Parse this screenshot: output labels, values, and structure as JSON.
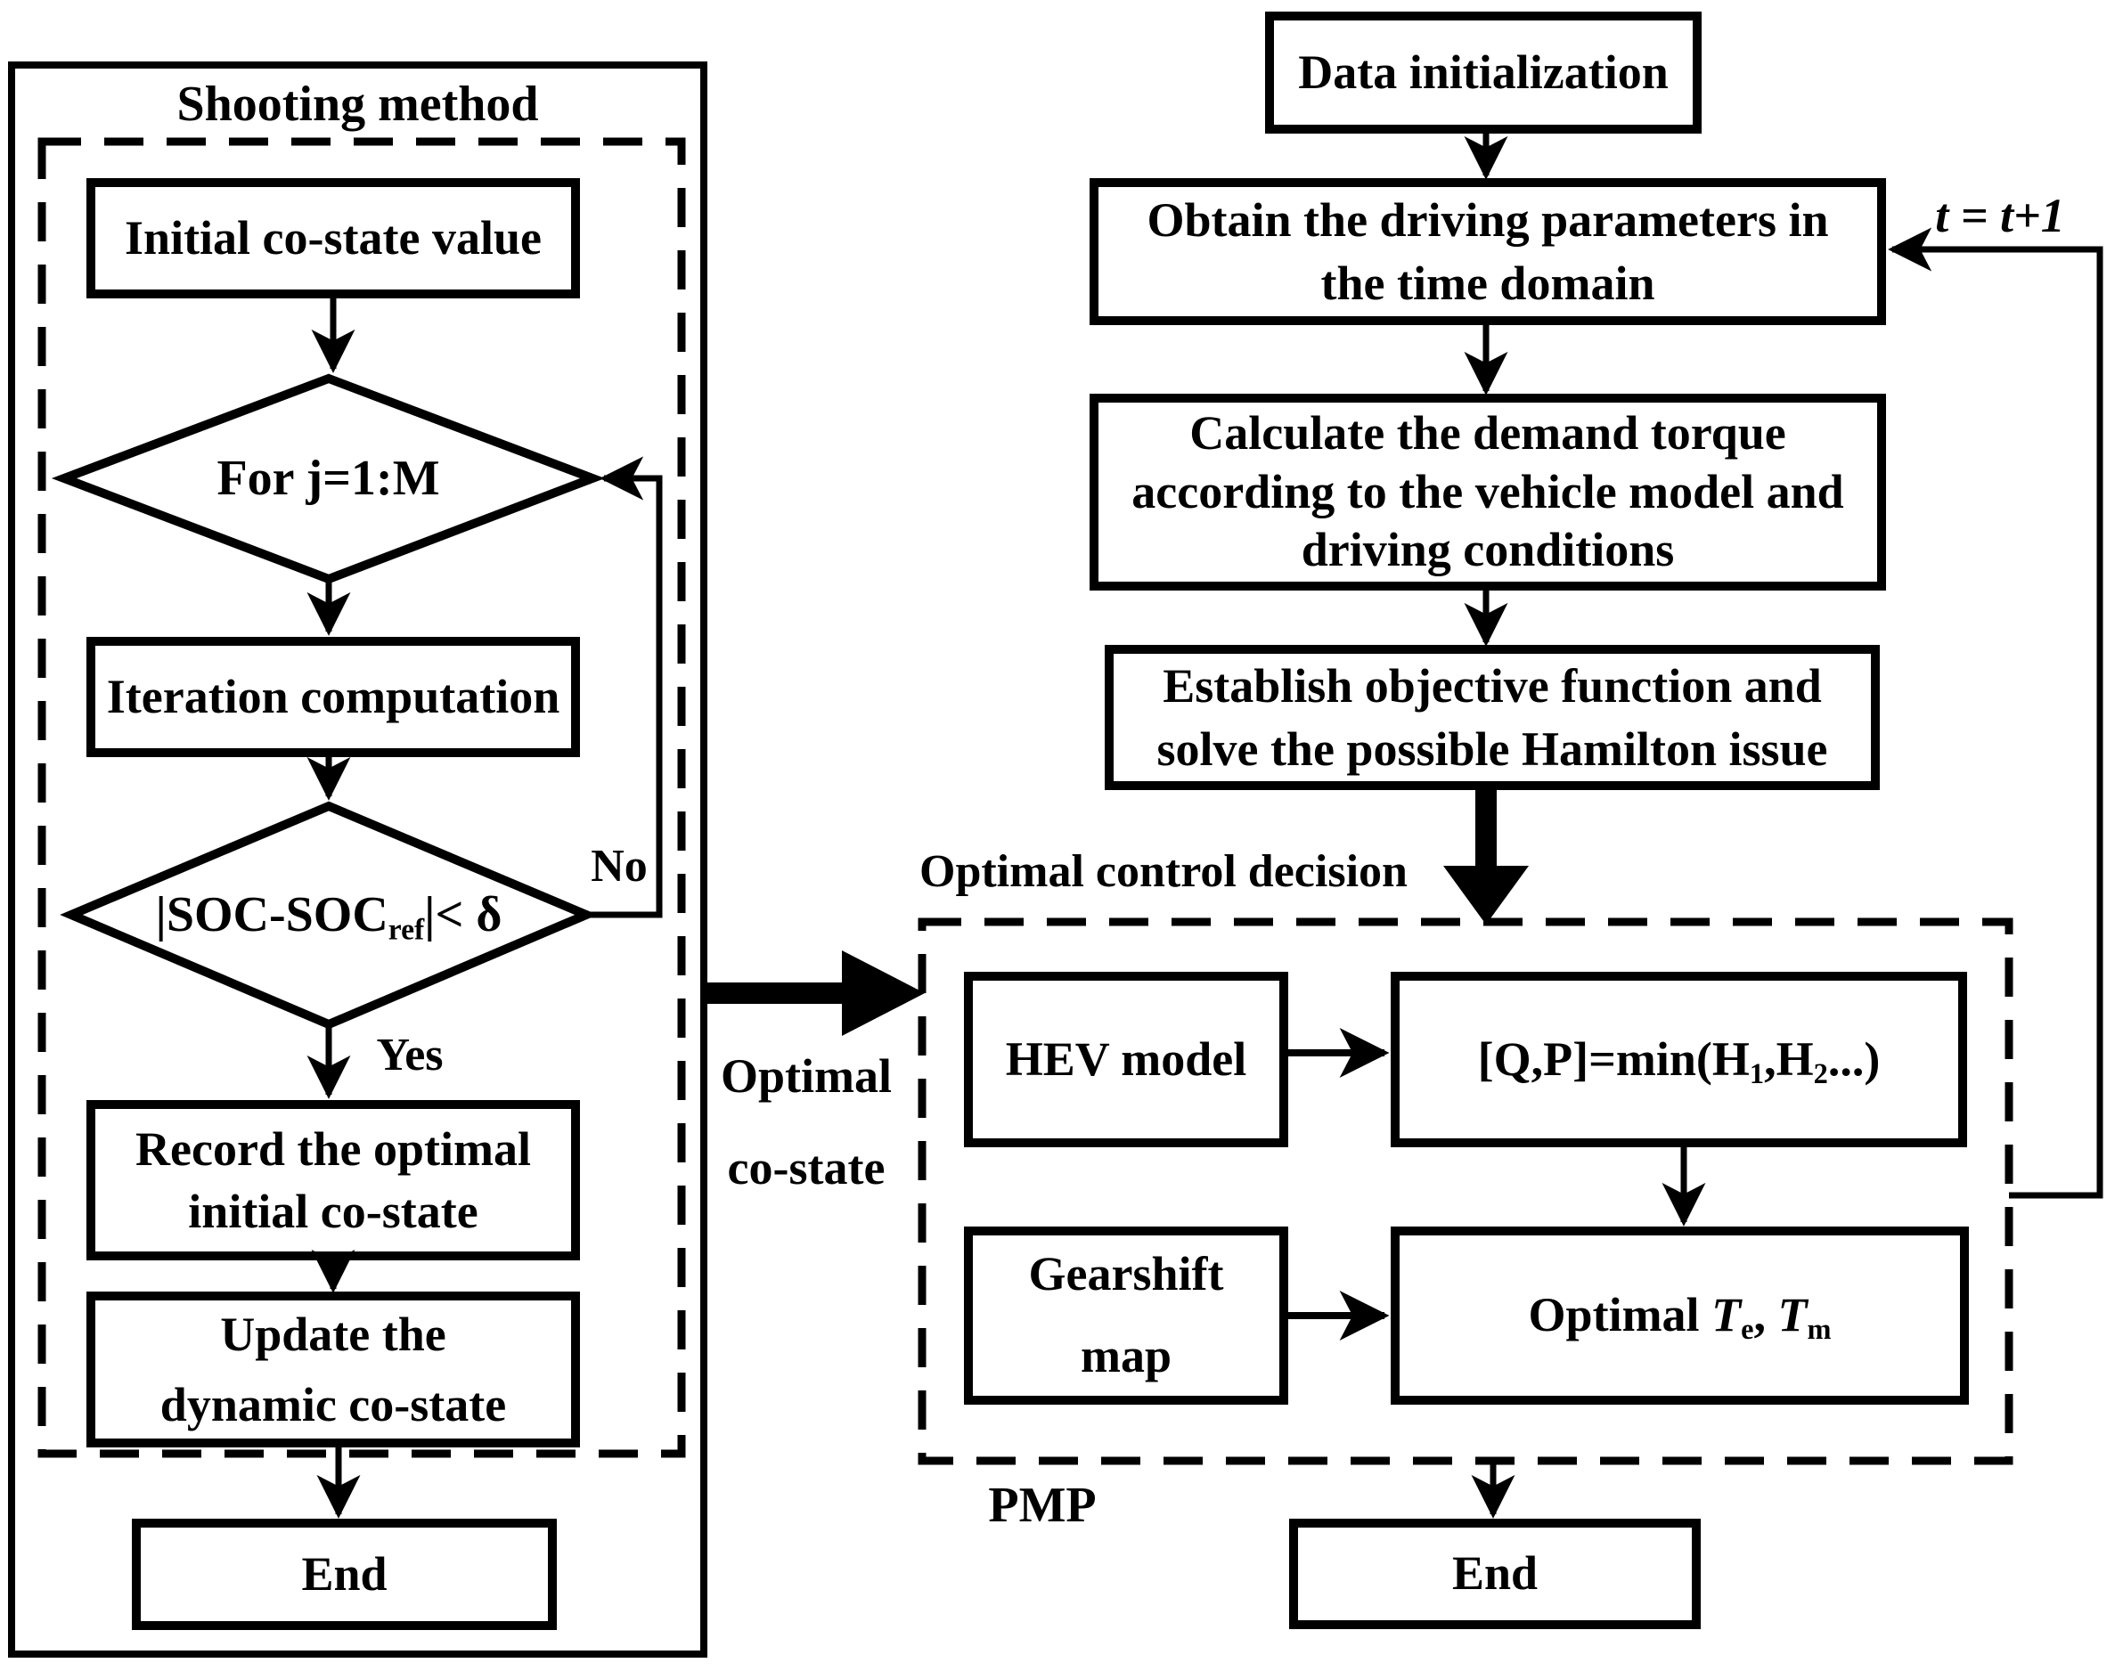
{
  "colors": {
    "ink": "#000000",
    "background": "#ffffff"
  },
  "diagram": {
    "shooting": {
      "title": "Shooting method",
      "initial_box": "Initial co-state value",
      "for_diamond": "For j=1:M",
      "iteration_box": "Iteration computation",
      "soc_diamond": {
        "p1": "|SOC-SOC",
        "sub": "ref",
        "p2": "|< δ"
      },
      "no_label": "No",
      "yes_label": "Yes",
      "record_box": {
        "line1": "Record the optimal",
        "line2": "initial co-state"
      },
      "update_box": {
        "line1": "Update the",
        "line2": "dynamic co-state"
      },
      "end_box": "End"
    },
    "costate_arrow": {
      "line1": "Optimal",
      "line2": "co-state"
    },
    "pmp": {
      "data_box": "Data initialization",
      "obtain_box": {
        "line1": "Obtain the driving parameters in",
        "line2": "the time domain"
      },
      "t_label": "t = t+1",
      "calc_box": {
        "line1": "Calculate the demand torque",
        "line2": "according to the vehicle model and",
        "line3": "driving conditions"
      },
      "establish_box": {
        "line1": "Establish objective function and",
        "line2": "solve the possible Hamilton issue"
      },
      "decision_label": "Optimal control decision",
      "hev_box": "HEV model",
      "qp_box": {
        "p1": "[Q,P]=min(H",
        "sub1": "1",
        "p2": ",H",
        "sub2": "2",
        "p3": "...)"
      },
      "gearshift_box": {
        "line1": "Gearshift",
        "line2": "map"
      },
      "optimal_box": {
        "p1": "Optimal ",
        "t1": "T",
        "sub1": "e",
        "p2": ", ",
        "t2": "T",
        "sub2": "m"
      },
      "pmp_label": "PMP",
      "end_box": "End"
    }
  }
}
